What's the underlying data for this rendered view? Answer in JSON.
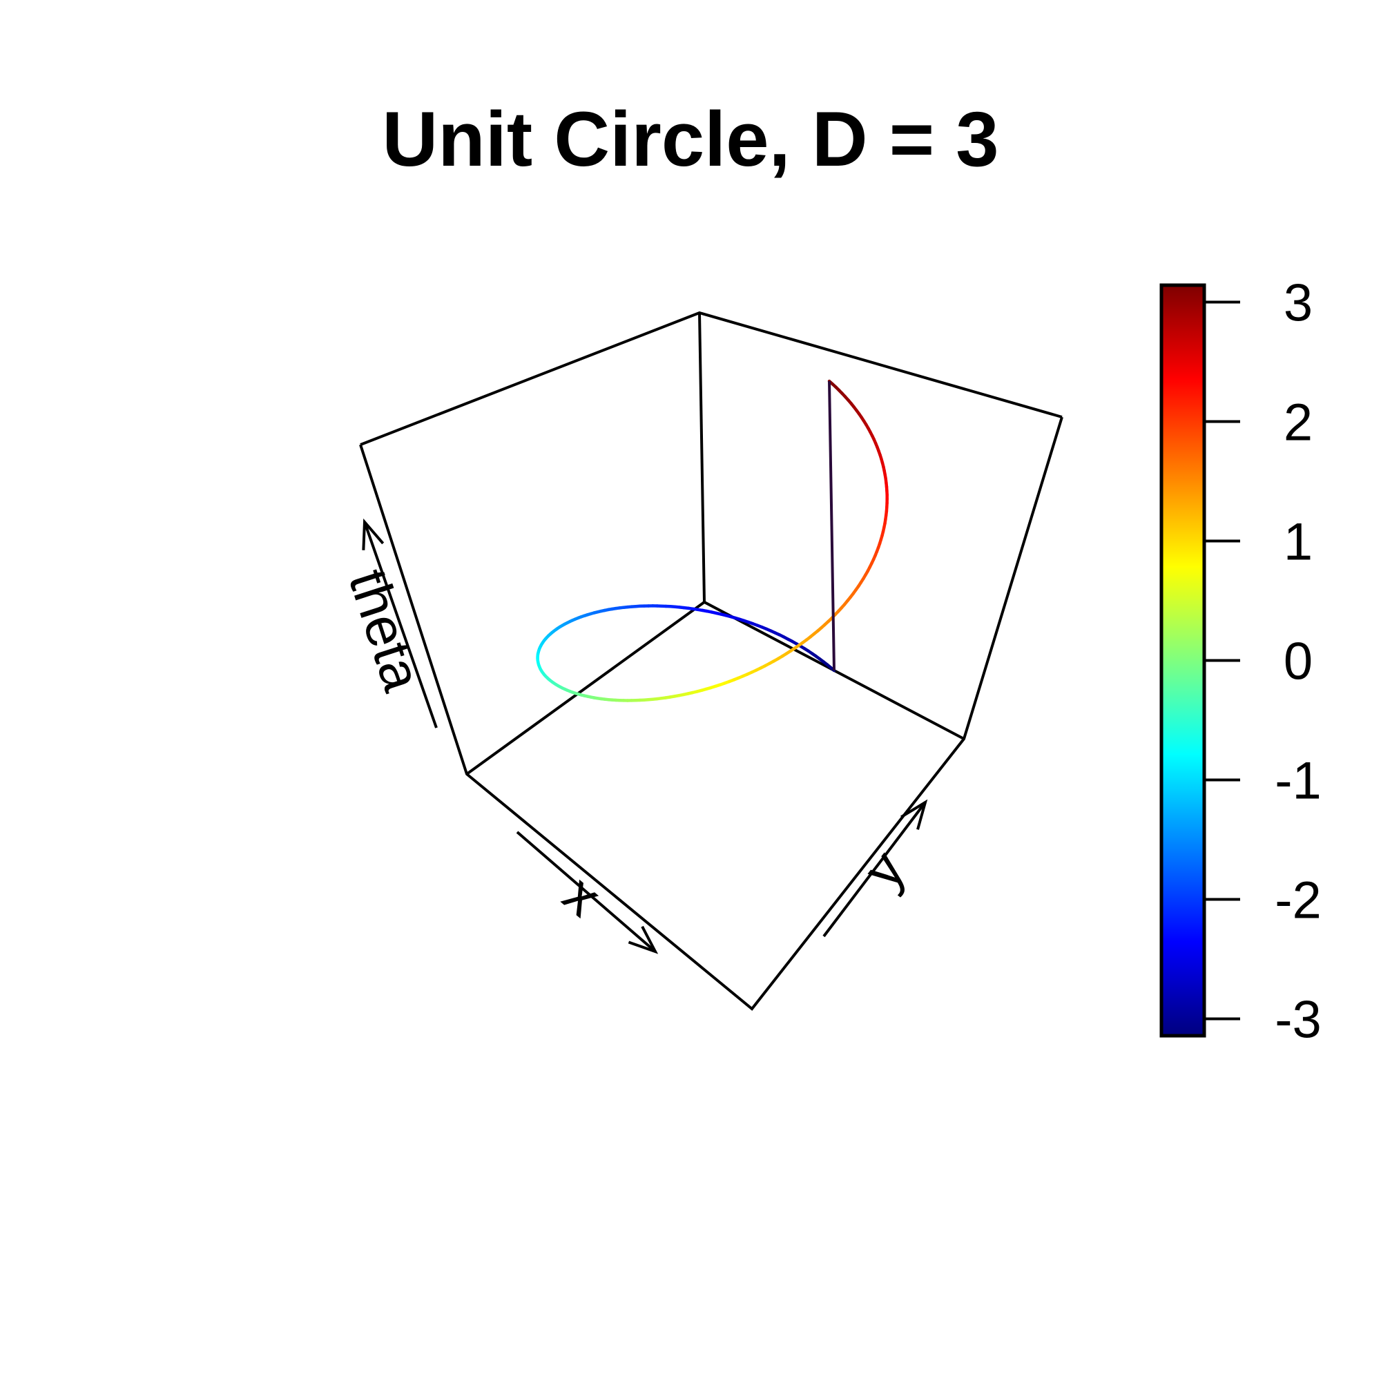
{
  "chart_data": {
    "type": "line",
    "plot_kind": "3d-scatter-line",
    "title": "Unit Circle, D = 3",
    "xlabel": "x",
    "ylabel": "y",
    "zlabel": "theta",
    "xlim": [
      -1,
      1
    ],
    "ylim": [
      -1,
      1
    ],
    "zlim": [
      -3.14159,
      3.14159
    ],
    "curve": {
      "x": "cos(theta)",
      "y": "sin(theta)",
      "theta_range": [
        -3.14159,
        3.14159
      ],
      "color_by": "theta"
    },
    "colorbar": {
      "palette": "jet",
      "range": [
        -3.14159,
        3.14159
      ],
      "ticks": [
        -3,
        -2,
        -1,
        0,
        1,
        2,
        3
      ],
      "tick_labels": [
        "-3",
        "-2",
        "-1",
        "0",
        "1",
        "2",
        "3"
      ],
      "colors": [
        "#00007F",
        "#0000FF",
        "#007FFF",
        "#00FFFF",
        "#7FFF7F",
        "#FFFF00",
        "#FF7F00",
        "#FF0000",
        "#7F0000"
      ]
    },
    "grid": false,
    "box": true,
    "legend_placement": "right"
  }
}
